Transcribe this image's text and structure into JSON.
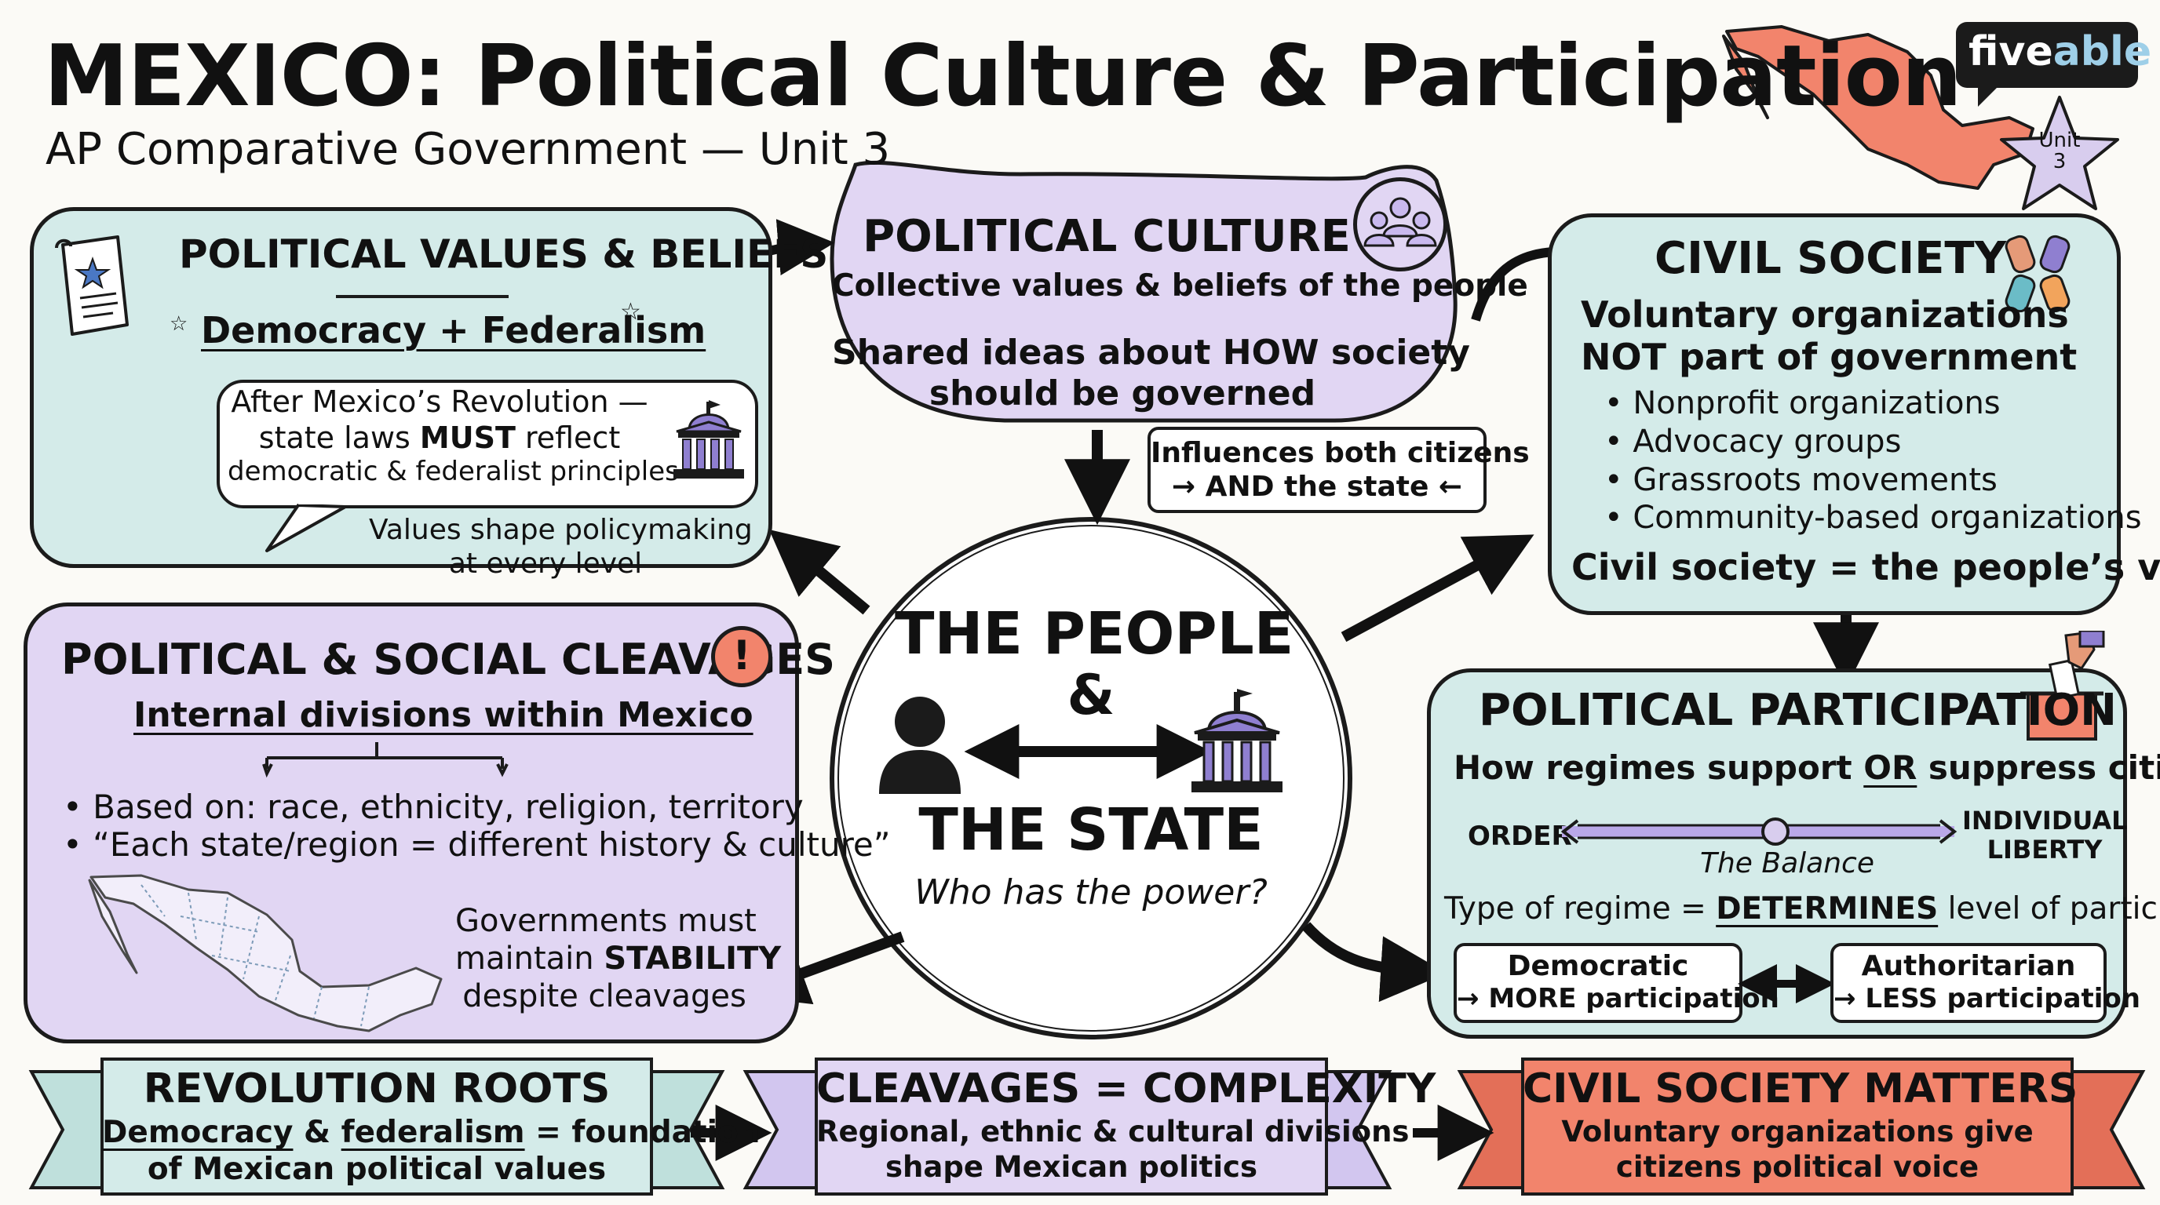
{
  "header": {
    "title": "MEXICO: Political Culture & Participation",
    "subtitle": "AP Comparative Government — Unit 3",
    "logo_text_1": "five",
    "logo_text_2": "able",
    "star_badge_1": "Unit",
    "star_badge_2": "3"
  },
  "values_panel": {
    "heading": "POLITICAL VALUES & BELIEFS",
    "subheading": "Democracy + Federalism",
    "bubble_line1": "After Mexico’s Revolution —",
    "bubble_line2_a": "state laws ",
    "bubble_line2_b": "MUST",
    "bubble_line2_c": " reflect",
    "bubble_line3": "democratic & federalist principles",
    "note_line1": "Values shape policymaking",
    "note_line2": "at every level"
  },
  "culture_panel": {
    "heading": "POLITICAL CULTURE",
    "line1": "Collective values & beliefs of the people",
    "line2": "Shared ideas about HOW society",
    "line3": "should be governed",
    "influence_line1": "Influences both citizens",
    "influence_line2": "→ AND the state ←"
  },
  "civil_panel": {
    "heading": "CIVIL SOCIETY",
    "line1": "Voluntary organizations",
    "line2": "NOT part of government",
    "items": [
      "Nonprofit organizations",
      "Advocacy groups",
      "Grassroots movements",
      "Community-based organizations"
    ],
    "footer": "Civil society = the people’s voice"
  },
  "center": {
    "line1": "THE PEOPLE",
    "amp": "&",
    "line2": "THE STATE",
    "question": "Who has the power?"
  },
  "cleavage_panel": {
    "heading": "POLITICAL & SOCIAL CLEAVAGES",
    "subheading": "Internal divisions within Mexico",
    "bullet1": "Based on: race, ethnicity, religion, territory",
    "bullet2": "“Each state/region = different history & culture”",
    "note_line1": "Governments must",
    "note_line2_a": "maintain ",
    "note_line2_b": "STABILITY",
    "note_line3": "despite cleavages"
  },
  "participation_panel": {
    "heading": "POLITICAL PARTICIPATION",
    "line1_a": "How regimes support ",
    "line1_b": "OR",
    "line1_c": " suppress citizens",
    "scale_left": "ORDER",
    "scale_right_1": "INDIVIDUAL",
    "scale_right_2": "LIBERTY",
    "scale_mid": "The Balance",
    "regime_a": "Type of regime = ",
    "regime_b": "DETERMINES",
    "regime_c": " level of participation",
    "democratic_1": "Democratic",
    "democratic_2": "→ MORE participation",
    "authoritarian_1": "Authoritarian",
    "authoritarian_2": "→ LESS participation"
  },
  "banners": [
    {
      "title": "REVOLUTION ROOTS",
      "line1_a": "Democracy",
      "line1_b": " & ",
      "line1_c": "federalism",
      "line1_d": " = foundation",
      "line2": "of Mexican political values"
    },
    {
      "title": "CLEAVAGES = COMPLEXITY",
      "line1": "Regional, ethnic & cultural divisions",
      "line2": "shape Mexican politics"
    },
    {
      "title": "CIVIL SOCIETY MATTERS",
      "line1": "Voluntary organizations give",
      "line2": "citizens political voice"
    }
  ],
  "colors": {
    "teal": "#d4ebe9",
    "lavender": "#e1d6f3",
    "coral": "#f2846c",
    "purple_icon": "#8f7fd0",
    "ink": "#1b1b1b"
  },
  "icons": [
    "scroll-star-icon",
    "capitol-icon",
    "people-group-icon",
    "linked-hands-icon",
    "alert-icon",
    "person-icon",
    "ballot-box-icon",
    "mexico-map-icon"
  ]
}
